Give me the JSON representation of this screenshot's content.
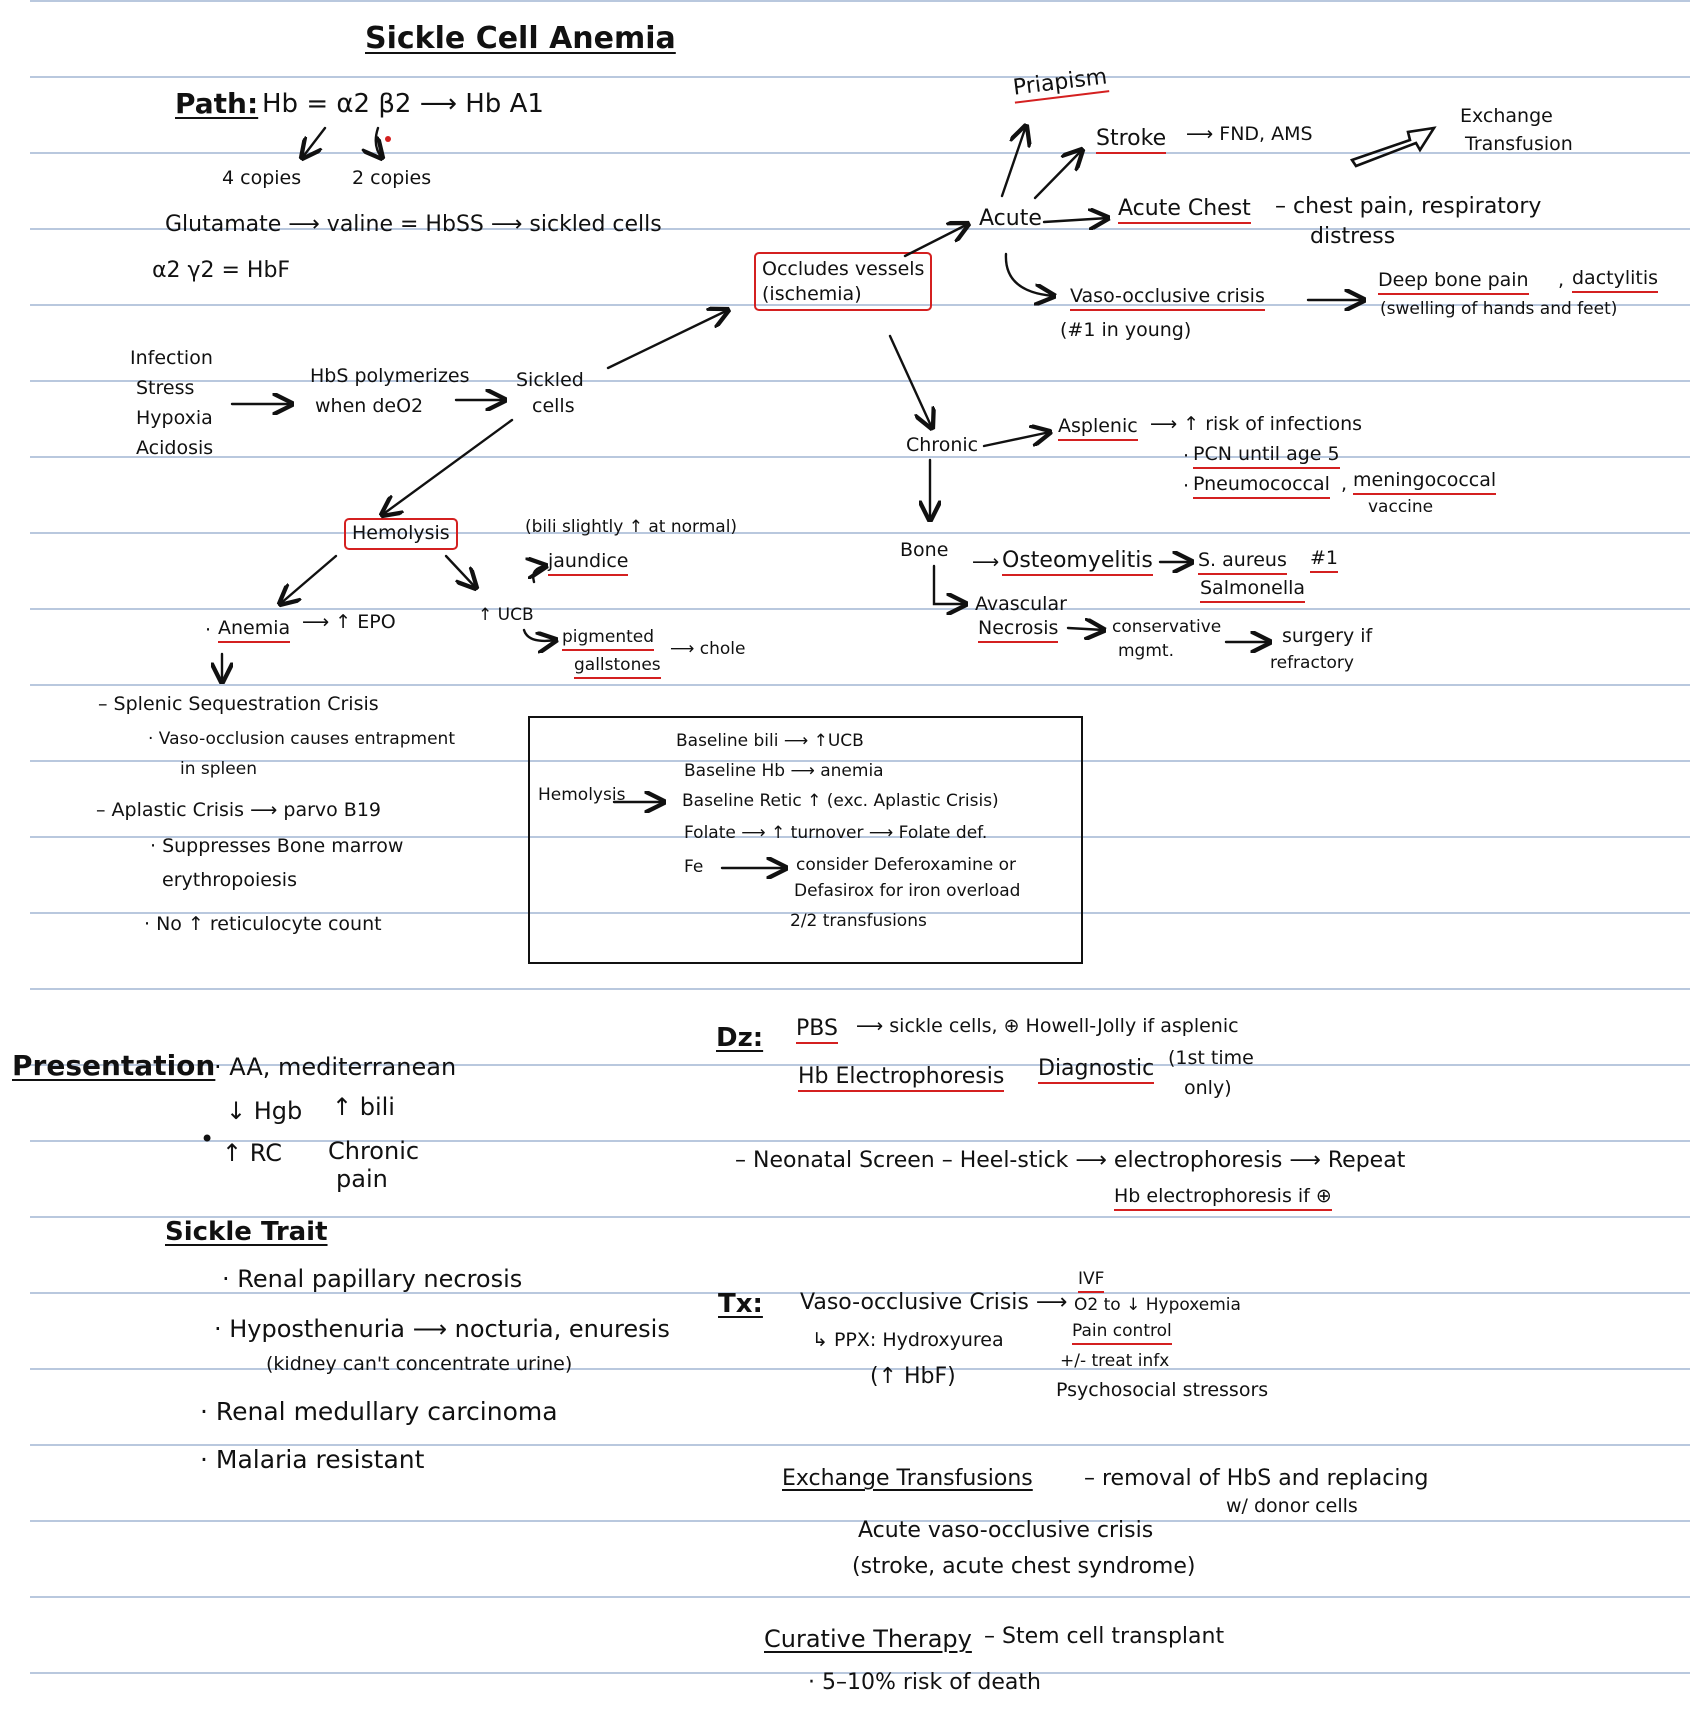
{
  "title": "Sickle Cell Anemia",
  "pathophysiology": {
    "label": "Path:",
    "formula": "Hb = ⍺2 β2 ⟶ Hb A1",
    "alpha_copies": "4 copies",
    "beta_copies": "2 copies",
    "mutation": "Glutamate ⟶ valine = HbSS ⟶ sickled cells",
    "hbf": "⍺2 γ2 = HbF",
    "triggers": [
      "Infection",
      "Stress",
      "Hypoxia",
      "Acidosis"
    ],
    "polymerizes": [
      "HbS polymerizes",
      "when deO2"
    ],
    "sickled": [
      "Sickled",
      "cells"
    ],
    "occludes": [
      "Occludes vessels",
      "(ischemia)"
    ]
  },
  "acute": {
    "label": "Acute",
    "priapism": "Priapism",
    "stroke": "Stroke",
    "stroke_effects": "⟶ FND, AMS",
    "exchange": [
      "Exchange",
      "Transfusion"
    ],
    "acute_chest": "Acute Chest",
    "acute_chest_desc": [
      "– chest pain, respiratory",
      "distress"
    ],
    "voc": "Vaso-occlusive crisis",
    "voc_note": "(#1 in young)",
    "voc_result_1": "Deep bone pain",
    "voc_result_2": "dactylitis",
    "voc_result_note": "(swelling of hands and feet)"
  },
  "chronic": {
    "label": "Chronic",
    "asplenic": "Asplenic",
    "risk": "⟶ ↑ risk of infections",
    "pcn": "PCN until age 5",
    "pneumo": "Pneumococcal",
    "mening": "meningococcal",
    "vaccine": "vaccine",
    "bone": "Bone",
    "osteo": "Osteomyelitis",
    "saureus": "S. aureus",
    "saureus_rank": "#1",
    "salmonella": "Salmonella",
    "avn": [
      "Avascular",
      "Necrosis"
    ],
    "conservative": [
      "conservative",
      "mgmt."
    ],
    "surgery": [
      "surgery if",
      "refractory"
    ]
  },
  "hemolysis": {
    "label": "Hemolysis",
    "bili_note": "(bili slightly ↑ at normal)",
    "jaundice": "jaundice",
    "ucb": "↑ UCB",
    "gallstones": [
      "pigmented",
      "gallstones"
    ],
    "chole": "⟶ chole",
    "anemia": "Anemia",
    "epo": "⟶ ↑ EPO",
    "splenic": "– Splenic Sequestration Crisis",
    "splenic_sub": [
      "· Vaso-occlusion causes entrapment",
      "in spleen"
    ],
    "aplastic": "– Aplastic Crisis ⟶ parvo B19",
    "aplastic_sub": [
      "· Suppresses Bone marrow",
      "erythropoiesis"
    ],
    "no_retic": "· No ↑ reticulocyte count"
  },
  "hemolysis_box": {
    "label": "Hemolysis",
    "lines": [
      "Baseline bili ⟶ ↑UCB",
      "Baseline Hb ⟶ anemia",
      "Baseline Retic ↑ (exc. Aplastic Crisis)",
      "Folate ⟶ ↑ turnover ⟶ Folate def."
    ],
    "fe_label": "Fe",
    "fe_line1": "consider Deferoxamine or",
    "fe_line2": "Defasirox for iron overload",
    "fe_line3": "2/2 transfusions"
  },
  "presentation": {
    "label": "Presentation",
    "items": [
      "· AA, mediterranean",
      "↓ Hgb",
      "↑ bili",
      "↑ RC",
      "Chronic",
      "pain"
    ]
  },
  "sickle_trait": {
    "label": "Sickle Trait",
    "items": [
      "· Renal papillary necrosis",
      "· Hyposthenuria ⟶ nocturia, enuresis",
      "(kidney can't concentrate urine)",
      "· Renal medullary carcinoma",
      "· Malaria resistant"
    ]
  },
  "diagnosis": {
    "label": "Dz:",
    "pbs": "PBS",
    "pbs_result": "⟶ sickle cells, ⊕ Howell-Jolly if asplenic",
    "electro": "Hb Electrophoresis",
    "diagnostic": "Diagnostic",
    "first_time": "(1st time",
    "only": "only)",
    "neonatal": "– Neonatal Screen – Heel-stick ⟶ electrophoresis ⟶ Repeat",
    "repeat_line": "Hb electrophoresis if ⊕"
  },
  "treatment": {
    "label": "Tx:",
    "voc": "Vaso-occlusive Crisis ⟶",
    "ivf": "IVF",
    "o2": "O2 to ↓ Hypoxemia",
    "pain": "Pain control",
    "infx": "+/- treat infx",
    "psych": "Psychosocial stressors",
    "ppx": "↳ PPX: Hydroxyurea",
    "ppx_note": "(↑ HbF)",
    "exchange": "Exchange Transfusions",
    "exchange_desc": [
      "– removal of HbS and replacing",
      "w/ donor cells"
    ],
    "exchange_uses": [
      "Acute vaso-occlusive crisis",
      "(stroke, acute chest syndrome)"
    ],
    "curative": "Curative Therapy",
    "curative_desc": "– Stem cell transplant",
    "risk": "· 5–10% risk of death"
  },
  "colors": {
    "ink": "#111111",
    "red": "#d42020",
    "rule": "#b9c8de"
  }
}
